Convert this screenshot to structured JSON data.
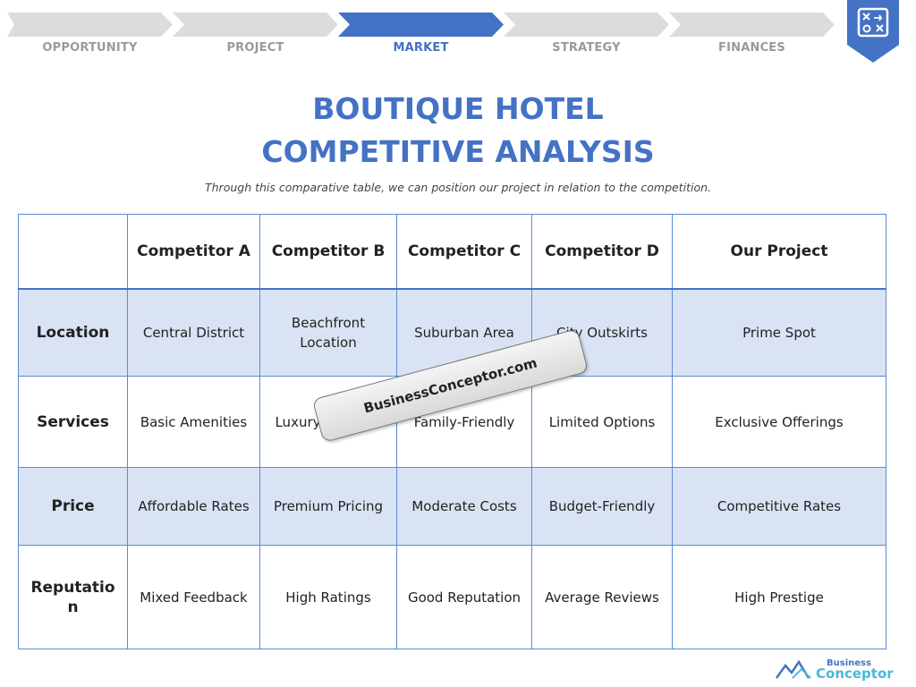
{
  "progress": {
    "steps": [
      {
        "label": "OPPORTUNITY",
        "active": false
      },
      {
        "label": "PROJECT",
        "active": false
      },
      {
        "label": "MARKET",
        "active": true
      },
      {
        "label": "STRATEGY",
        "active": false
      },
      {
        "label": "FINANCES",
        "active": false
      }
    ],
    "colors": {
      "active": "#4472c4",
      "inactive": "#dcdcdc"
    }
  },
  "bookmark": {
    "icon": "strategy-board-icon",
    "color": "#4472c4"
  },
  "header": {
    "title_line1": "BOUTIQUE HOTEL",
    "title_line2": "COMPETITIVE ANALYSIS",
    "subtitle": "Through this comparative table, we can position our project in relation to the competition."
  },
  "table": {
    "columns": [
      "",
      "Competitor A",
      "Competitor B",
      "Competitor C",
      "Competitor D",
      "Our Project"
    ],
    "rows": [
      {
        "label": "Location",
        "cells": [
          "Central District",
          "Beachfront Location",
          "Suburban Area",
          "City Outskirts",
          "Prime Spot"
        ]
      },
      {
        "label": "Services",
        "cells": [
          "Basic Amenities",
          "Luxury Services",
          "Family-Friendly",
          "Limited Options",
          "Exclusive Offerings"
        ]
      },
      {
        "label": "Price",
        "cells": [
          "Affordable Rates",
          "Premium Pricing",
          "Moderate Costs",
          "Budget-Friendly",
          "Competitive Rates"
        ]
      },
      {
        "label": "Reputation",
        "cells": [
          "Mixed Feedback",
          "High Ratings",
          "Good Reputation",
          "Average Reviews",
          "High Prestige"
        ]
      }
    ],
    "colors": {
      "border": "#5b8ad6",
      "shade": "#dae3f3"
    }
  },
  "watermark": {
    "text": "BusinessConceptor.com"
  },
  "logo": {
    "top": "Business",
    "main": "Conceptor"
  }
}
